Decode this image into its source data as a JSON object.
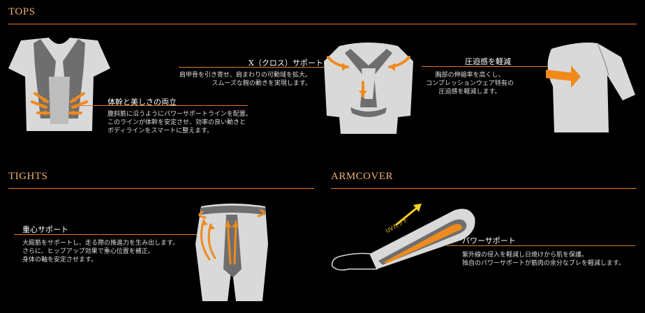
{
  "tops": {
    "title": "TOPS",
    "trunk": {
      "heading": "体幹と美しさの両立",
      "lines": [
        "腹斜筋に沿うようにパワーサポートラインを配置。",
        "このラインが体幹を安定させ、効率の良い動きと",
        "ボディラインをスマートに整えます。"
      ]
    },
    "x_support": {
      "heading": "X（クロス）サポート",
      "lines": [
        "肩甲骨を引き寄せ、肩まわりの可動域を拡大。",
        "スムーズな腕の動きを実現します。"
      ]
    },
    "pressure": {
      "heading": "圧迫感を軽減",
      "lines": [
        "胸部の伸縮率を高くし、",
        "コンプレッションウェア特有の",
        "圧迫感を軽減します。"
      ]
    }
  },
  "tights": {
    "title": "TIGHTS",
    "center": {
      "heading": "重心サポート",
      "lines": [
        "大殿筋をサポートし、走る際の推進力を生み出します。",
        "さらに、ヒップアップ効果で重心位置を補正。",
        "身体の軸を安定させます。"
      ]
    }
  },
  "armcover": {
    "title": "ARMCOVER",
    "uv_label": "UVカット",
    "power": {
      "heading": "パワーサポート",
      "lines": [
        "紫外線の侵入を軽減し日焼けから肌を保護。",
        "独自のパワーサポートが筋肉の余分なブレを軽減します。"
      ]
    }
  },
  "colors": {
    "accent": "#e07a20",
    "title": "#f0b070",
    "garment": "#d9d9d9",
    "band": "#6e6e6e",
    "arrow": "#f08a1c",
    "uv": "#f5d020"
  }
}
